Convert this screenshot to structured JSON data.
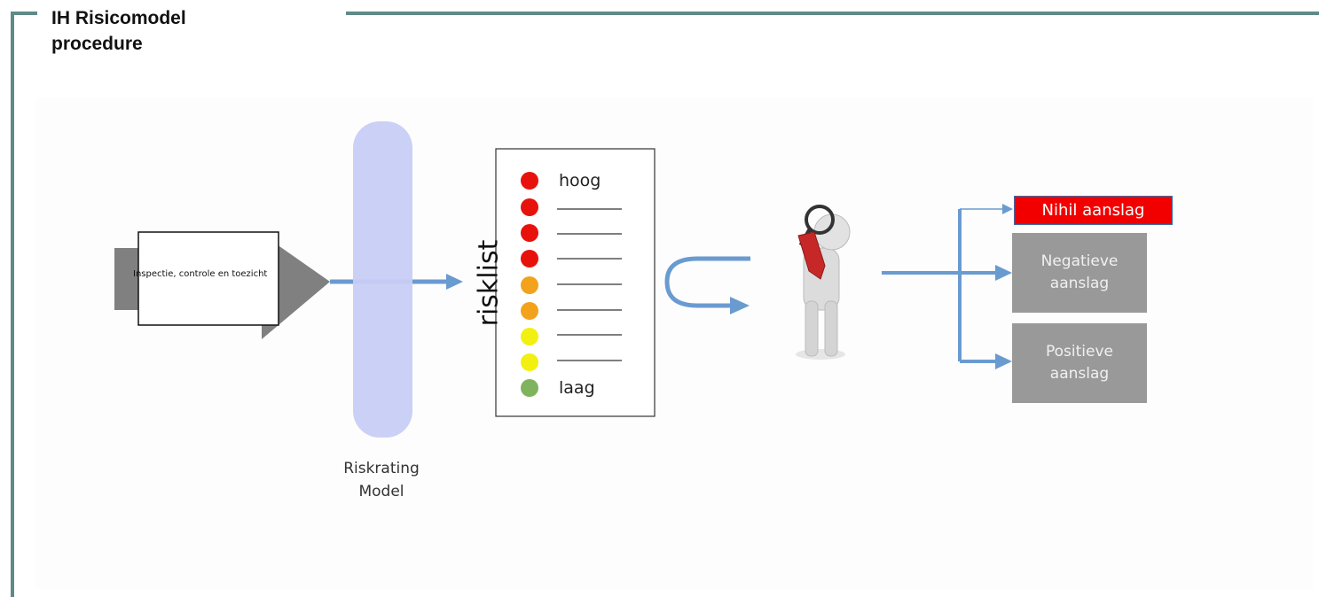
{
  "title": {
    "line1": "IH Risicomodel",
    "line2": "procedure"
  },
  "input_block": {
    "label": "Inspectie, controle en toezicht"
  },
  "filter": {
    "label_line1": "Riskrating",
    "label_line2": "Model"
  },
  "risklist": {
    "title": "risklist",
    "top_label": "hoog",
    "bottom_label": "laag",
    "levels": [
      "red",
      "red",
      "red",
      "red",
      "orange",
      "orange",
      "yellow",
      "yellow",
      "green"
    ]
  },
  "outcomes": {
    "nihil": "Nihil aanslag",
    "negatief_line1": "Negatieve",
    "negatief_line2": "aanslag",
    "positief_line1": "Positieve",
    "positief_line2": "aanslag"
  },
  "colors": {
    "frame": "#5e8a87",
    "arrow": "#6a9bd0",
    "filter": "#c8cdf5",
    "red": "#e8120c",
    "orange": "#f2a31b",
    "yellow": "#f2f010",
    "green": "#7fb35e",
    "nihil_bg": "#f20000",
    "outcome_bg": "#999999"
  }
}
